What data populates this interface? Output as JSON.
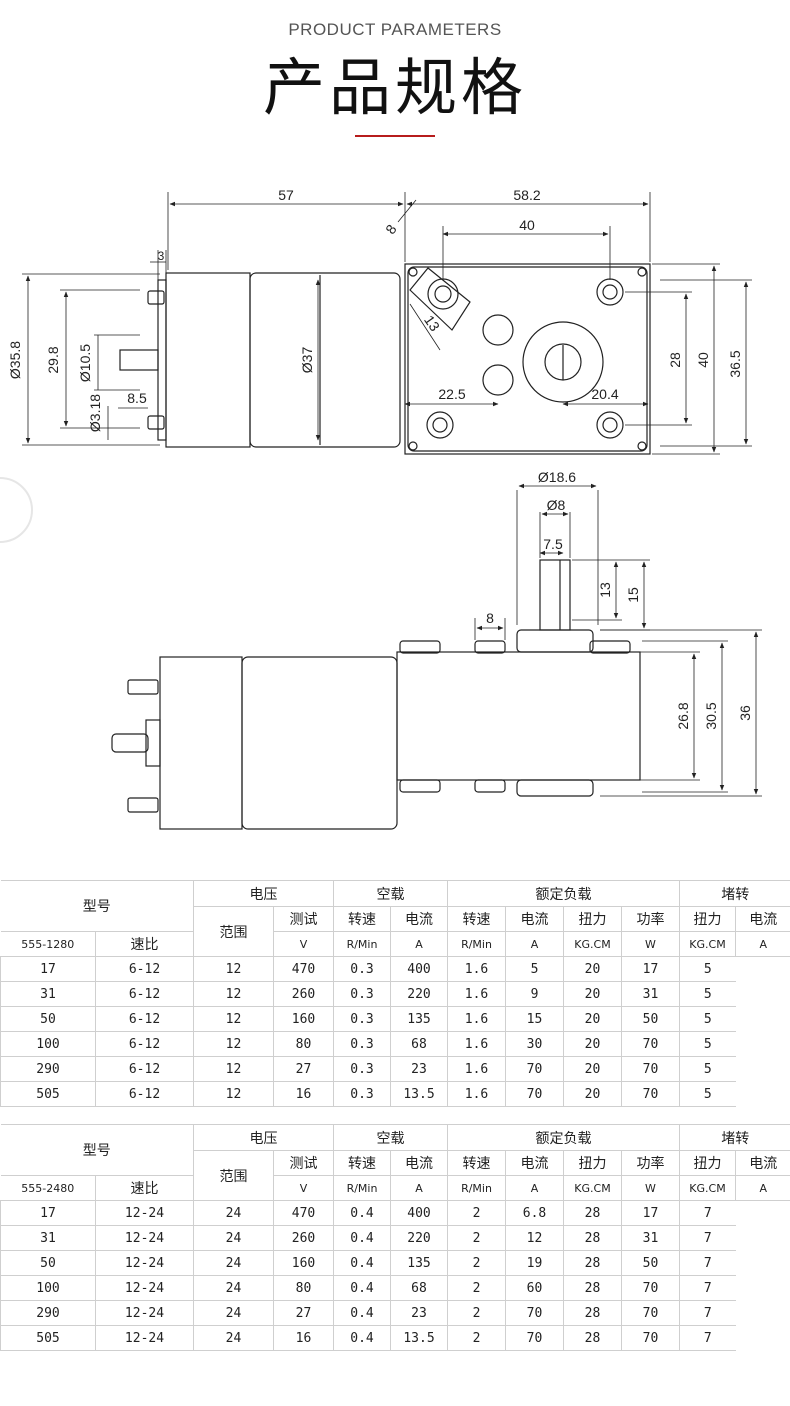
{
  "header": {
    "subtitle": "PRODUCT PARAMETERS",
    "title": "产品规格"
  },
  "drawing": {
    "top_view": {
      "dims": [
        "57",
        "58.2",
        "3",
        "8",
        "40",
        "13",
        "Ø35.8",
        "29.8",
        "Ø10.5",
        "Ø3.18",
        "8.5",
        "Ø37",
        "22.5",
        "20.4",
        "28",
        "40",
        "36.5"
      ]
    },
    "side_view": {
      "dims": [
        "Ø18.6",
        "Ø8",
        "7.5",
        "13",
        "15",
        "8",
        "26.8",
        "30.5",
        "36"
      ]
    }
  },
  "table_headers": {
    "model": "型号",
    "ratio": "速比",
    "voltage": "电压",
    "no_load": "空载",
    "rated_load": "额定负载",
    "stall": "堵转",
    "range": "范围",
    "test": "测试",
    "speed": "转速",
    "current": "电流",
    "torque": "扭力",
    "power": "功率",
    "unit_v": "V",
    "unit_rmin": "R/Min",
    "unit_a": "A",
    "unit_kgcm": "KG.CM",
    "unit_w": "W"
  },
  "tables": [
    {
      "model": "555-1280",
      "rows": [
        [
          "17",
          "6-12",
          "12",
          "470",
          "0.3",
          "400",
          "1.6",
          "5",
          "20",
          "17",
          "5"
        ],
        [
          "31",
          "6-12",
          "12",
          "260",
          "0.3",
          "220",
          "1.6",
          "9",
          "20",
          "31",
          "5"
        ],
        [
          "50",
          "6-12",
          "12",
          "160",
          "0.3",
          "135",
          "1.6",
          "15",
          "20",
          "50",
          "5"
        ],
        [
          "100",
          "6-12",
          "12",
          "80",
          "0.3",
          "68",
          "1.6",
          "30",
          "20",
          "70",
          "5"
        ],
        [
          "290",
          "6-12",
          "12",
          "27",
          "0.3",
          "23",
          "1.6",
          "70",
          "20",
          "70",
          "5"
        ],
        [
          "505",
          "6-12",
          "12",
          "16",
          "0.3",
          "13.5",
          "1.6",
          "70",
          "20",
          "70",
          "5"
        ]
      ]
    },
    {
      "model": "555-2480",
      "rows": [
        [
          "17",
          "12-24",
          "24",
          "470",
          "0.4",
          "400",
          "2",
          "6.8",
          "28",
          "17",
          "7"
        ],
        [
          "31",
          "12-24",
          "24",
          "260",
          "0.4",
          "220",
          "2",
          "12",
          "28",
          "31",
          "7"
        ],
        [
          "50",
          "12-24",
          "24",
          "160",
          "0.4",
          "135",
          "2",
          "19",
          "28",
          "50",
          "7"
        ],
        [
          "100",
          "12-24",
          "24",
          "80",
          "0.4",
          "68",
          "2",
          "60",
          "28",
          "70",
          "7"
        ],
        [
          "290",
          "12-24",
          "24",
          "27",
          "0.4",
          "23",
          "2",
          "70",
          "28",
          "70",
          "7"
        ],
        [
          "505",
          "12-24",
          "24",
          "16",
          "0.4",
          "13.5",
          "2",
          "70",
          "28",
          "70",
          "7"
        ]
      ]
    }
  ]
}
